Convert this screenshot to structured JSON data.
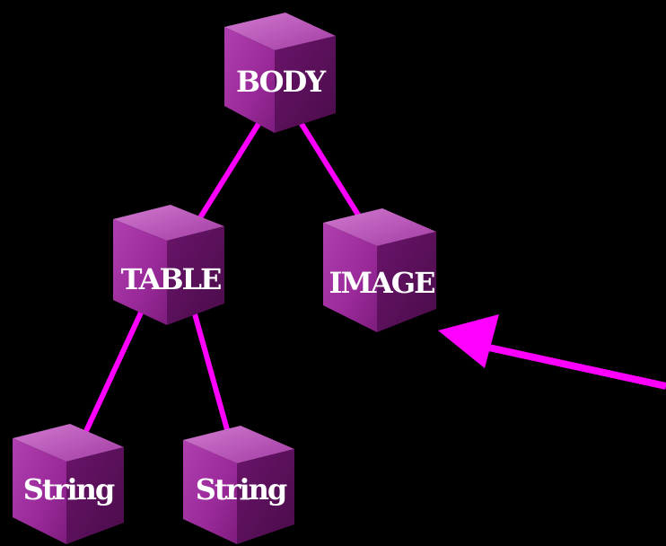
{
  "diagram": {
    "background": "#000000",
    "edge_color": "#ff00ff",
    "node_color": "#a020a0",
    "label_color": "#ffffff",
    "nodes": [
      {
        "id": "body",
        "label": "BODY"
      },
      {
        "id": "table",
        "label": "TABLE"
      },
      {
        "id": "image",
        "label": "IMAGE"
      },
      {
        "id": "string1",
        "label": "String"
      },
      {
        "id": "string2",
        "label": "String"
      }
    ],
    "edges": [
      {
        "from": "BODY",
        "to": "TABLE"
      },
      {
        "from": "BODY",
        "to": "IMAGE"
      },
      {
        "from": "TABLE",
        "to": "String"
      },
      {
        "from": "TABLE",
        "to": "String"
      }
    ],
    "pointer": {
      "target": "IMAGE"
    }
  }
}
